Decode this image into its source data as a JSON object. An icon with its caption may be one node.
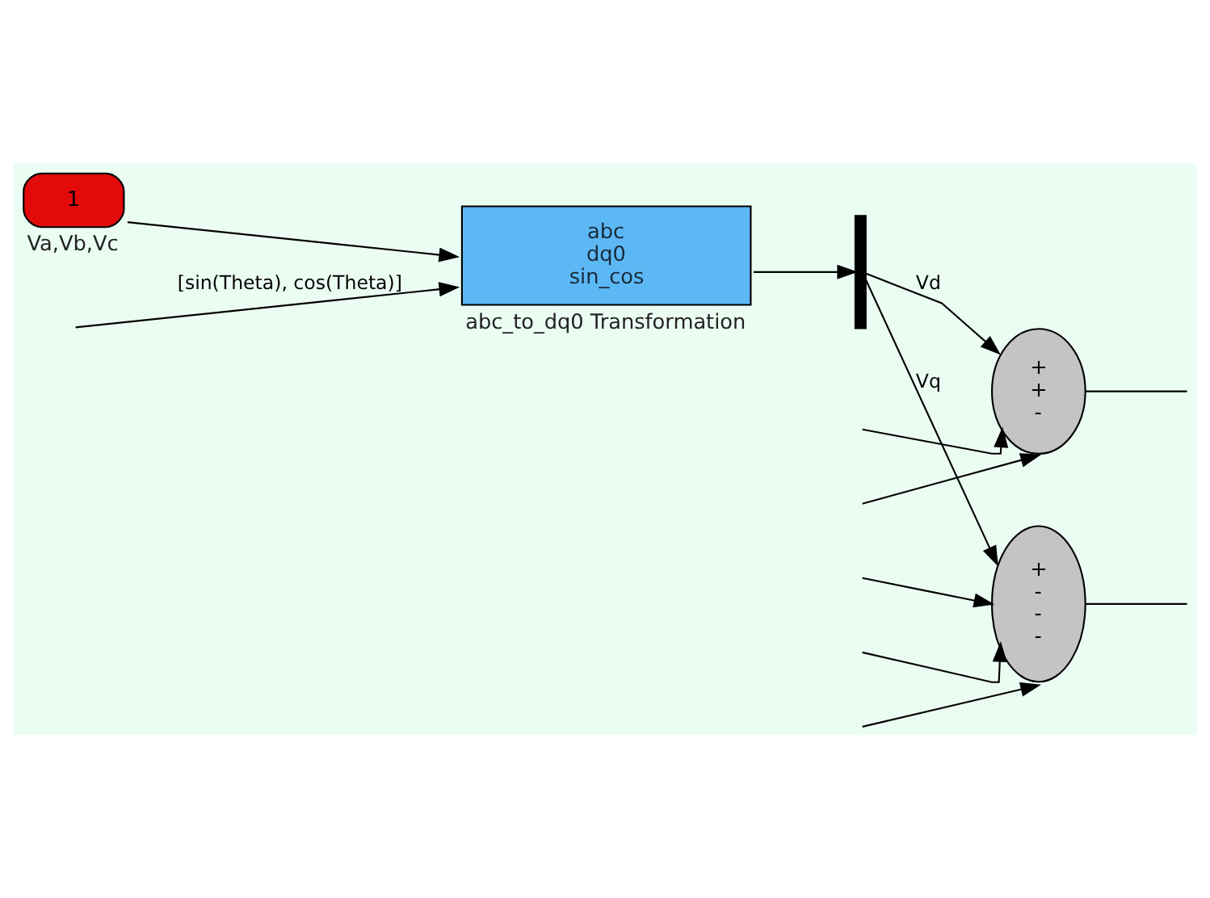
{
  "diagram": {
    "nodes": [
      {
        "text": [
          "1"
        ],
        "beside": [
          "Va,Vb,Vc"
        ]
      },
      {
        "text": [
          "abc",
          "dq0",
          "sin_cos"
        ],
        "beside": [
          "abc_to_dq0 Transformation"
        ]
      },
      {
        "text": [],
        "shape": "bar"
      },
      {
        "text": [
          "+",
          "+",
          "-"
        ]
      },
      {
        "text": [
          "+",
          "-",
          "-",
          "-"
        ]
      }
    ],
    "edges": [
      {
        "from": 0,
        "to": 1,
        "arrow": "to"
      },
      {
        "from": null,
        "to": 1,
        "arrow": "to",
        "label": "[sin(Theta), cos(Theta)]"
      },
      {
        "from": 1,
        "to": 2,
        "arrow": "to"
      },
      {
        "from": 2,
        "to": 3,
        "arrow": "to",
        "label": "Vd"
      },
      {
        "from": null,
        "to": 3,
        "arrow": "to"
      },
      {
        "from": null,
        "to": 3,
        "arrow": "to"
      },
      {
        "from": 3,
        "to": null,
        "arrow": "none"
      },
      {
        "from": 2,
        "to": 4,
        "arrow": "to",
        "label": "Vq"
      },
      {
        "from": null,
        "to": 4,
        "arrow": "to"
      },
      {
        "from": null,
        "to": 4,
        "arrow": "to"
      },
      {
        "from": null,
        "to": 4,
        "arrow": "to"
      },
      {
        "from": 4,
        "to": null,
        "arrow": "none"
      }
    ]
  }
}
